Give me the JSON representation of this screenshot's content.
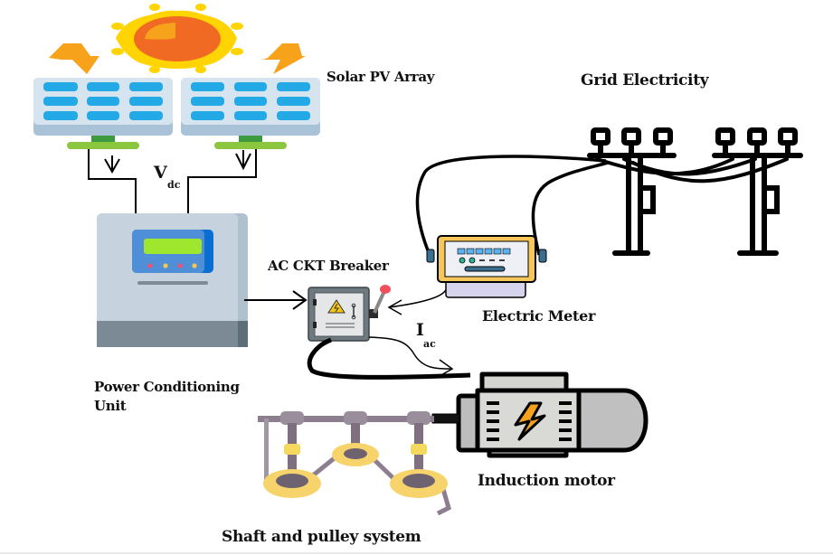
{
  "labels": {
    "solar_pv_array": "Solar PV Array",
    "grid_electricity": "Grid Electricity",
    "vdc_main": "V",
    "vdc_sub": "dc",
    "power_conditioning_unit_line1": "Power Conditioning",
    "power_conditioning_unit_line2": "Unit",
    "ac_ckt_breaker": "AC CKT Breaker",
    "electric_meter": "Electric Meter",
    "iac_main": "I",
    "iac_sub": "ac",
    "induction_motor": "Induction motor",
    "shaft_and_pulley_system": "Shaft and pulley system"
  },
  "components": [
    {
      "id": "sun",
      "icon": "sun-icon"
    },
    {
      "id": "solar-panel-left",
      "icon": "solar-panel-icon"
    },
    {
      "id": "solar-panel-right",
      "icon": "solar-panel-icon"
    },
    {
      "id": "power-conditioning-unit",
      "icon": "inverter-icon"
    },
    {
      "id": "ac-breaker",
      "icon": "breaker-box-icon"
    },
    {
      "id": "electric-meter",
      "icon": "meter-icon"
    },
    {
      "id": "grid-towers",
      "icon": "power-tower-icon"
    },
    {
      "id": "induction-motor",
      "icon": "motor-icon"
    },
    {
      "id": "shaft-pulley",
      "icon": "pulley-icon"
    }
  ],
  "colors": {
    "sun_outer": "#FFD400",
    "sun_inner": "#F06A24",
    "sun_highlight": "#F7A21B",
    "bolt": "#F7A21B",
    "panel_frame": "#D6E4EF",
    "panel_frame_shade": "#A9C2D8",
    "panel_cell": "#23A9E6",
    "panel_stand": "#3E9A3E",
    "panel_base": "#8CC63F",
    "pcu_body": "#C6D3DE",
    "pcu_side": "#AFC0CF",
    "pcu_bottom": "#7B8A94",
    "pcu_screen_frame": "#4E8FD8",
    "pcu_screen": "#9FE62E",
    "breaker_body": "#6F7A80",
    "breaker_panel": "#E4E6E8",
    "warning": "#F6C515",
    "meter_frame": "#F7C65A",
    "meter_face": "#EEF0F6",
    "meter_digits": "#5AB3F0",
    "meter_dot": "#2BB39A",
    "meter_base": "#D6D3EC",
    "motor_body": "#D9D9D6",
    "motor_cap": "#BDBDBD",
    "pulley_shaft": "#8C7E8E",
    "pulley_wheel": "#F7D36B",
    "pulley_collar": "#F5D85E",
    "wire": "#000000"
  }
}
